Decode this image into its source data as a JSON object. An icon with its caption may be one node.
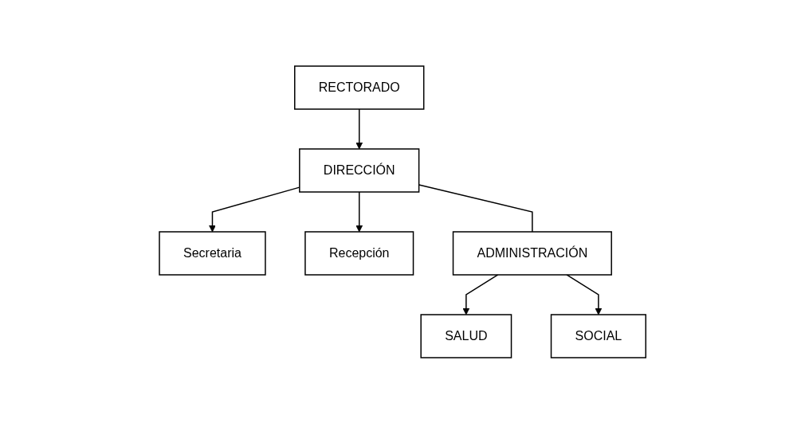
{
  "diagram": {
    "nodes": [
      {
        "text": [
          "RECTORADO"
        ]
      },
      {
        "text": [
          "Secretaria"
        ]
      },
      {
        "text": [
          "DIRECCIÓN"
        ]
      },
      {
        "text": [
          "Recepción"
        ]
      },
      {
        "text": [
          "ADMINISTRACIÓN"
        ]
      },
      {
        "text": [
          "SALUD"
        ]
      },
      {
        "text": [
          "SOCIAL"
        ]
      }
    ],
    "edges": [
      {
        "from": 0,
        "to": 2,
        "arrow": "to"
      },
      {
        "from": 2,
        "to": 1,
        "arrow": "to"
      },
      {
        "from": 2,
        "to": 3,
        "arrow": "to"
      },
      {
        "from": 2,
        "to": 4,
        "arrow": "none"
      },
      {
        "from": 4,
        "to": 5,
        "arrow": "to"
      },
      {
        "from": 4,
        "to": 6,
        "arrow": "to"
      }
    ]
  }
}
